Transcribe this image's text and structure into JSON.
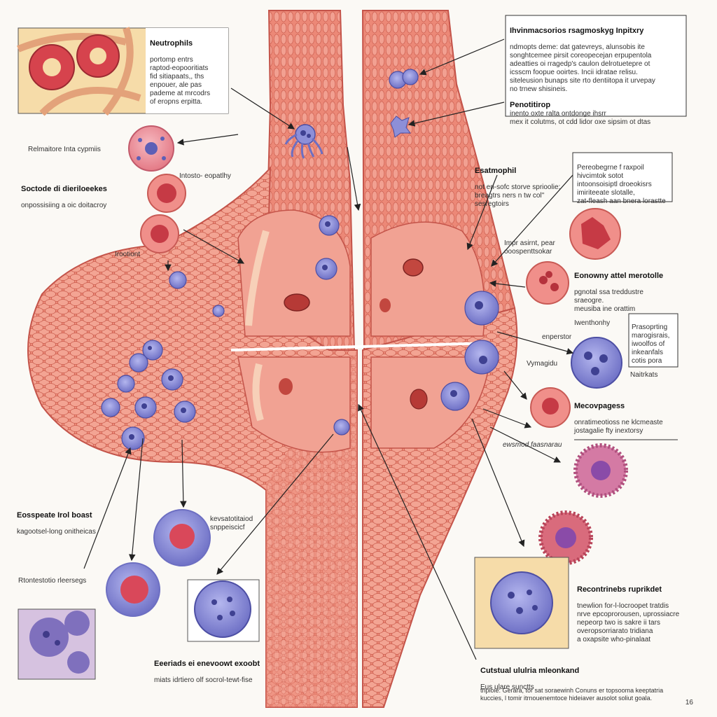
{
  "labels": {
    "neutrophils": {
      "title": "Neutrophils",
      "body": "portomp entrs\nraptod-eopooritiats\nfid sitiapaats,, ths\nenpouer, ale pas\npademe at mrcodrs\nof eropns erpitta."
    },
    "inflammatory": {
      "title": "Ihvinmacsorios rsagmoskyg Inpitxry",
      "body": "ndmopts deme: dat gatevreys, alunsobis ite\nsonghtcemee pirsit coreopecejan erpupentola\nadeatties oi rragedp's caulon delrotuetepre ot\nicsscm foopue ooirtes. Incii idratae relisu.\nsiteleusion bunaps site rto dentiitopa it urvepay\nno trnew shisineis."
    },
    "penotitirop": {
      "title": "Penotitirop",
      "body": "inento oxte ralta ontdonge ihsrr\nmex it colutms, ot cdd lidor oxe sipsim ot dtas"
    },
    "relmaitore": {
      "title": "Relmaitore Inta cypmiis"
    },
    "soctode": {
      "title": "Soctode di dieriloeekes",
      "body": "onpossisiing a oic doitacroy"
    },
    "intosto": {
      "title": "Intosto- eopatlhy"
    },
    "irootiont": {
      "title": "Irootiont"
    },
    "esatmophil": {
      "title": "Esatmophil",
      "body": "not en-sofc storve sprioolie:\nbreagtrs ners n tw col''\nsesregtoirs"
    },
    "pereobegrne": {
      "title": "Pereobegrne f raxpoil",
      "body": "hivcimtok sotot\nintoonsoisiptl droeokisrs\nimiriteeate slotalle,\nzat-fleash aan bnera lorastte"
    },
    "imprasirnt": {
      "title": "Impr asirnt, pear",
      "body": "ooospenttsokar"
    },
    "eonowny": {
      "title": "Eonowny attel merotolle",
      "body": "pgnotal ssa treddustre\nsraeogre.\nmeusiba ine orattim"
    },
    "iwenthonhy": {
      "title": "Iwenthonhy"
    },
    "prasoprting": {
      "title": "Prasoprting",
      "body": "marogisrais,\niwoolfos of\ninkeanfals\ncotis pora"
    },
    "enperstor": {
      "title": "enperstor"
    },
    "vymagidu": {
      "title": "Vymagidu"
    },
    "naitrkats": {
      "title": "Naitrkats"
    },
    "mecovpagess": {
      "title": "Mecovpagess",
      "body": "onratimeotioss ne klcmeaste\njostagalie fty inextorsy"
    },
    "ewsmod": {
      "title": "ewsmod faasnarau"
    },
    "eosspeate": {
      "title": "Eosspeate Irol boast",
      "body": "kagootsel-long onitheicas"
    },
    "kevsatotitaiod": {
      "title": "kevsatotitaiod",
      "body": "snppeiscicf"
    },
    "rtontestotio": {
      "title": "Rtontestotio rleersegs"
    },
    "eeeriadis": {
      "title": "Eeeriads ei enevoowt exoobt",
      "body": "miats idrtiero olf socrol-tewt-fise"
    },
    "recontrinebs": {
      "title": "Recontrinebs ruprikdet",
      "body": "tnewlion for-l-locroopet tratdis\nnrve epcoprorousen, uprossiacre\nnepeorp two is sakre ii tars\noveropsorriarato tridiana\na oxapsite who-pinalaat"
    },
    "cutstual": {
      "title": "Cutstual ululria mleonkand",
      "body": "Eus ulare sunctts"
    },
    "footnote": {
      "body": "tripioie: Gerara, tor sat soraewinh Conuns er topsooma keeptatria\nkuccies, l tomir itrnouenemtoce hideiaver ausolot soliut goala."
    }
  },
  "page_number": "16",
  "colors": {
    "tissue": "#e9826f",
    "tissue_light": "#f3a596",
    "cell_line": "#c95a4c",
    "vessel": "#b9413a",
    "nucleus_purple": "#5d5fb6",
    "cell_purple": "#8d8fd8",
    "blood_cell": "#d9485a",
    "panel_bg": "#f5d9a8"
  },
  "icons": [
    "neutrophil-cell-icon",
    "macrophage-cell-icon",
    "eosinophil-cell-icon",
    "lymphocyte-cell-icon",
    "red-blood-cell-icon",
    "mast-cell-icon"
  ]
}
